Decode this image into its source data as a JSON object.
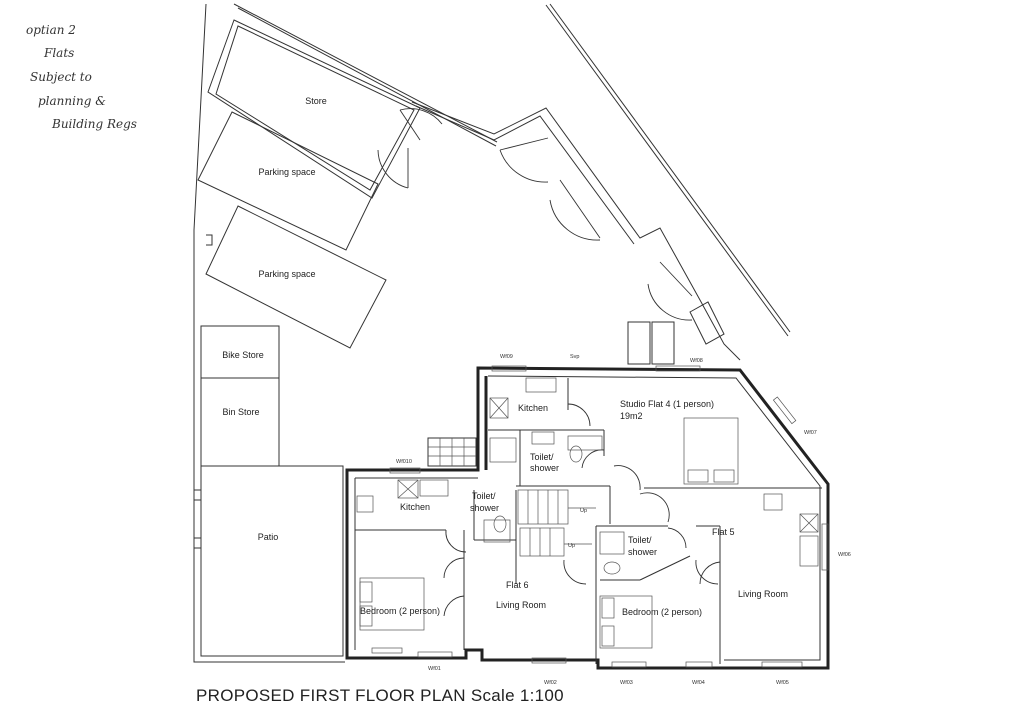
{
  "note": [
    "optian 2",
    "Flats",
    "Subject to",
    "planning &",
    "Building Regs"
  ],
  "caption": "PROPOSED FIRST FLOOR PLAN Scale 1:100",
  "rooms": {
    "store": "Store",
    "parking_1": "Parking space",
    "parking_2": "Parking space",
    "bike_store": "Bike Store",
    "bin_store": "Bin Store",
    "patio": "Patio",
    "kitchen_top": "Kitchen",
    "studio_flat": "Studio Flat  4 (1 person)",
    "studio_area": "19m2",
    "toilet_top_1": "Toilet/",
    "toilet_top_2": "shower",
    "kitchen_left": "Kitchen",
    "toilet_mid_1": "Toilet/",
    "toilet_mid_2": "shower",
    "flat_6": "Flat  6",
    "living_6": "Living Room",
    "bedroom_6": "Bedroom (2 person)",
    "flat_5": "Flat 5",
    "living_5": "Living Room",
    "toilet_5_1": "Toilet/",
    "toilet_5_2": "shower",
    "bedroom_5": "Bedroom (2 person)",
    "up_1": "Up",
    "up_2": "Up"
  },
  "windows": {
    "w09": "Wf09",
    "svp": "Svp",
    "w08": "Wf08",
    "w07": "Wf07",
    "w010": "Wf010",
    "w06": "Wf06",
    "w01": "Wf01",
    "w02": "Wf02",
    "w03": "Wf03",
    "w04": "Wf04",
    "w05": "Wf05"
  }
}
